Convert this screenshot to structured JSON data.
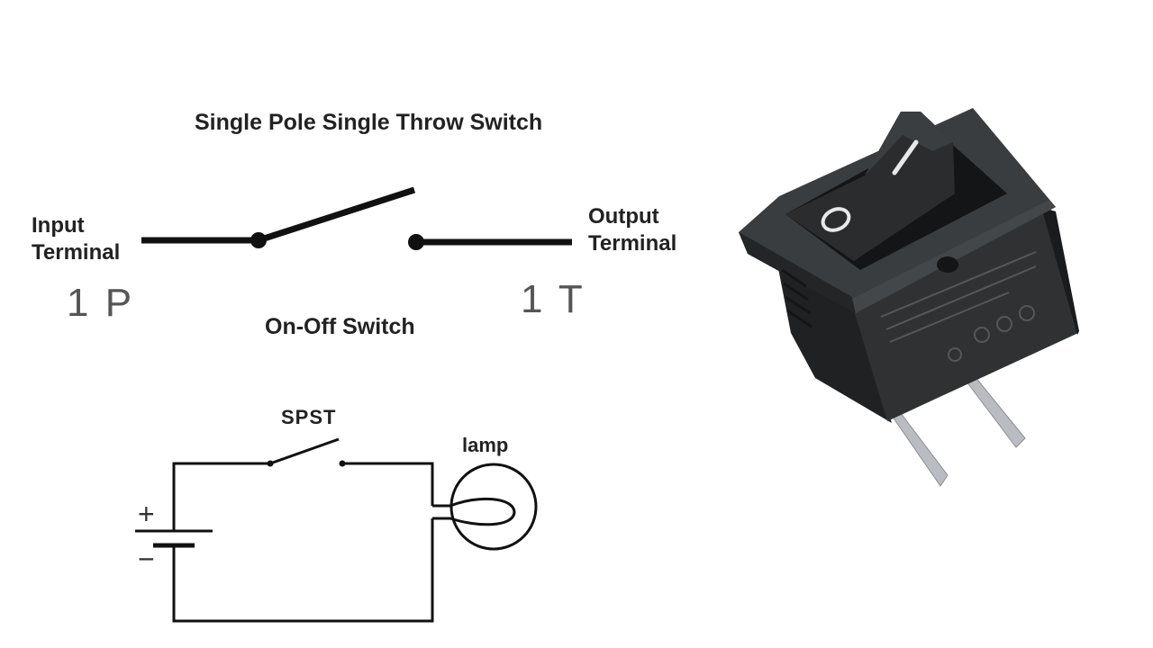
{
  "diagram": {
    "title": "Single Pole Single Throw Switch",
    "input_terminal": [
      "Input",
      "Terminal"
    ],
    "output_terminal": [
      "Output",
      "Terminal"
    ],
    "pole_label": "1 P",
    "throw_label": "1 T",
    "switch_type": "On-Off Switch"
  },
  "circuit": {
    "switch_label": "SPST",
    "lamp_label": "lamp",
    "battery_plus": "+",
    "battery_minus": "−"
  },
  "rocker": {
    "on_symbol": "I",
    "off_symbol": "O",
    "body_color": "#2f3133",
    "pin_color": "#b9bcc0"
  }
}
